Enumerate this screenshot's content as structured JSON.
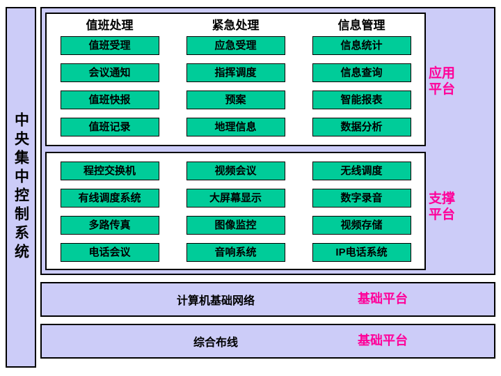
{
  "sidebar": {
    "title": "中央集中控制系统"
  },
  "colors": {
    "panel_lavender": "#ccccf8",
    "node_green": "#00cc99",
    "label_magenta": "#ff0099",
    "border_black": "#000000",
    "box_white": "#ffffff"
  },
  "platforms": [
    {
      "label": "应用平台",
      "label_lines": [
        "应用",
        "平台"
      ],
      "columns": [
        {
          "header": "值班处理",
          "items": [
            "值班受理",
            "会议通知",
            "值班快报",
            "值班记录"
          ]
        },
        {
          "header": "紧急处理",
          "items": [
            "应急受理",
            "指挥调度",
            "预案",
            "地理信息"
          ]
        },
        {
          "header": "信息管理",
          "items": [
            "信息统计",
            "信息查询",
            "智能报表",
            "数据分析"
          ]
        }
      ]
    },
    {
      "label": "支撑平台",
      "label_lines": [
        "支撑",
        "平台"
      ],
      "columns": [
        {
          "header": "",
          "items": [
            "程控交换机",
            "有线调度系统",
            "多路传真",
            "电话会议"
          ]
        },
        {
          "header": "",
          "items": [
            "视频会议",
            "大屏幕显示",
            "图像监控",
            "音响系统"
          ]
        },
        {
          "header": "",
          "items": [
            "无线调度",
            "数字录音",
            "视频存储",
            "IP电话系统"
          ]
        }
      ]
    }
  ],
  "base_bars": [
    {
      "title": "计算机基础网络",
      "label": "基础平台"
    },
    {
      "title": "综合布线",
      "label": "基础平台"
    }
  ]
}
